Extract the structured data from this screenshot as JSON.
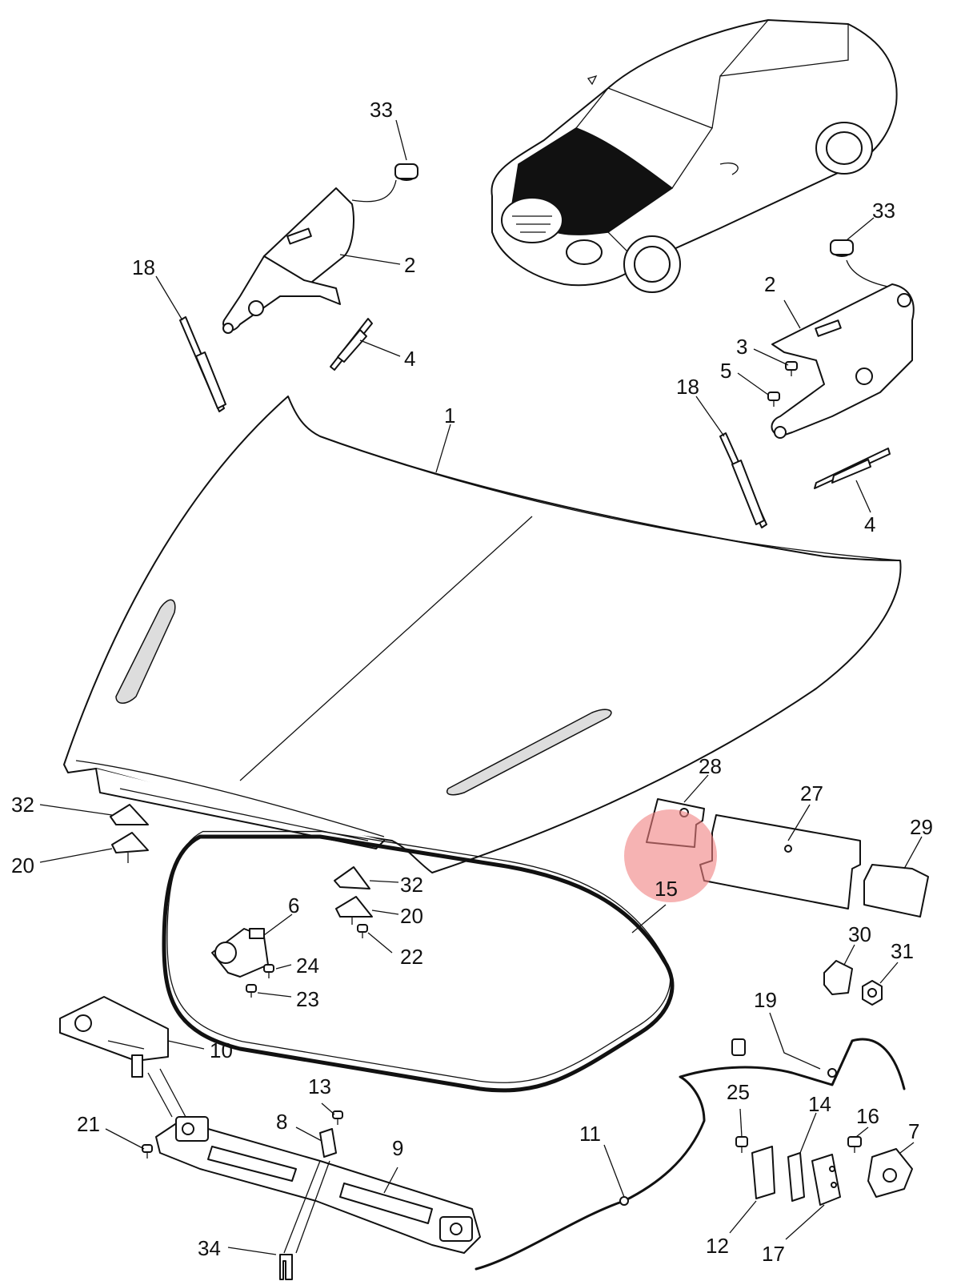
{
  "callouts": [
    {
      "id": "c33a",
      "text": "33"
    },
    {
      "id": "c2a",
      "text": "2"
    },
    {
      "id": "c18a",
      "text": "18"
    },
    {
      "id": "c4a",
      "text": "4"
    },
    {
      "id": "c33b",
      "text": "33"
    },
    {
      "id": "c2b",
      "text": "2"
    },
    {
      "id": "c3",
      "text": "3"
    },
    {
      "id": "c5",
      "text": "5"
    },
    {
      "id": "c18b",
      "text": "18"
    },
    {
      "id": "c4b",
      "text": "4"
    },
    {
      "id": "c1",
      "text": "1"
    },
    {
      "id": "c28",
      "text": "28"
    },
    {
      "id": "c27",
      "text": "27"
    },
    {
      "id": "c29",
      "text": "29"
    },
    {
      "id": "c15",
      "text": "15"
    },
    {
      "id": "c32a",
      "text": "32"
    },
    {
      "id": "c20a",
      "text": "20"
    },
    {
      "id": "c32b",
      "text": "32"
    },
    {
      "id": "c20b",
      "text": "20"
    },
    {
      "id": "c22",
      "text": "22"
    },
    {
      "id": "c6",
      "text": "6"
    },
    {
      "id": "c24",
      "text": "24"
    },
    {
      "id": "c23",
      "text": "23"
    },
    {
      "id": "c10",
      "text": "10"
    },
    {
      "id": "c30",
      "text": "30"
    },
    {
      "id": "c31",
      "text": "31"
    },
    {
      "id": "c19",
      "text": "19"
    },
    {
      "id": "c13",
      "text": "13"
    },
    {
      "id": "c8",
      "text": "8"
    },
    {
      "id": "c9",
      "text": "9"
    },
    {
      "id": "c21",
      "text": "21"
    },
    {
      "id": "c11",
      "text": "11"
    },
    {
      "id": "c25",
      "text": "25"
    },
    {
      "id": "c14",
      "text": "14"
    },
    {
      "id": "c16",
      "text": "16"
    },
    {
      "id": "c7",
      "text": "7"
    },
    {
      "id": "c12",
      "text": "12"
    },
    {
      "id": "c17",
      "text": "17"
    },
    {
      "id": "c34",
      "text": "34"
    }
  ],
  "highlight": {
    "color": "#f08080",
    "opacity": 0.6,
    "callout": "15"
  }
}
